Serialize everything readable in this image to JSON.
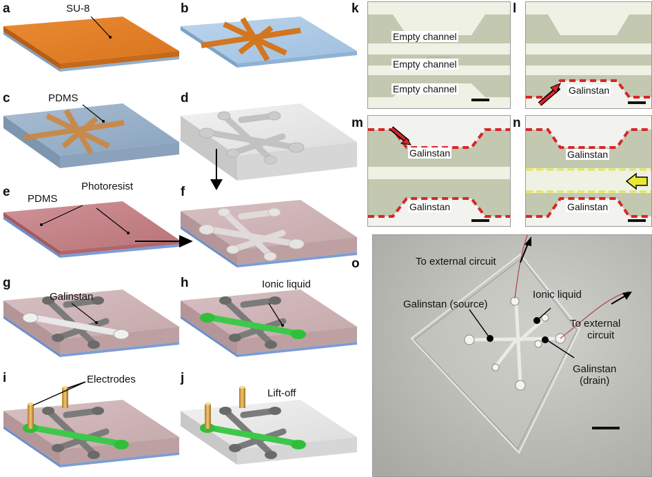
{
  "panels": {
    "a": {
      "letter": "a",
      "label": "SU-8"
    },
    "b": {
      "letter": "b"
    },
    "c": {
      "letter": "c",
      "label": "PDMS"
    },
    "d": {
      "letter": "d"
    },
    "e": {
      "letter": "e",
      "label_pdms": "PDMS",
      "label_photoresist": "Photoresist"
    },
    "f": {
      "letter": "f"
    },
    "g": {
      "letter": "g",
      "label": "Galinstan"
    },
    "h": {
      "letter": "h",
      "label": "Ionic liquid"
    },
    "i": {
      "letter": "i",
      "label": "Electrodes"
    },
    "j": {
      "letter": "j",
      "label": "Lift-off"
    },
    "k": {
      "letter": "k",
      "labels": [
        "Empty channel",
        "Empty channel",
        "Empty channel"
      ]
    },
    "l": {
      "letter": "l",
      "label": "Galinstan"
    },
    "m": {
      "letter": "m",
      "label_top": "Galinstan",
      "label_bottom": "Galinstan"
    },
    "n": {
      "letter": "n",
      "label_top": "Galinstan",
      "label_bottom": "Galinstan"
    },
    "o": {
      "letter": "o",
      "ext1": "To external circuit",
      "ionic": "Ionic liquid",
      "source": "Galinstan (source)",
      "ext2_line1": "To external",
      "ext2_line2": "circuit",
      "drain_line1": "Galinstan",
      "drain_line2": "(drain)"
    }
  },
  "colors": {
    "su8": "#e0822a",
    "glass": "#a9c7e2",
    "pdms": "#9fb2c6",
    "photoresist": "#c9888c",
    "galinstan": "#e6e6e6",
    "ionic": "#3ec84a",
    "electrode": "#d6a64a",
    "red_dash": "#d8262a",
    "yellow_dash": "#e8e838"
  }
}
